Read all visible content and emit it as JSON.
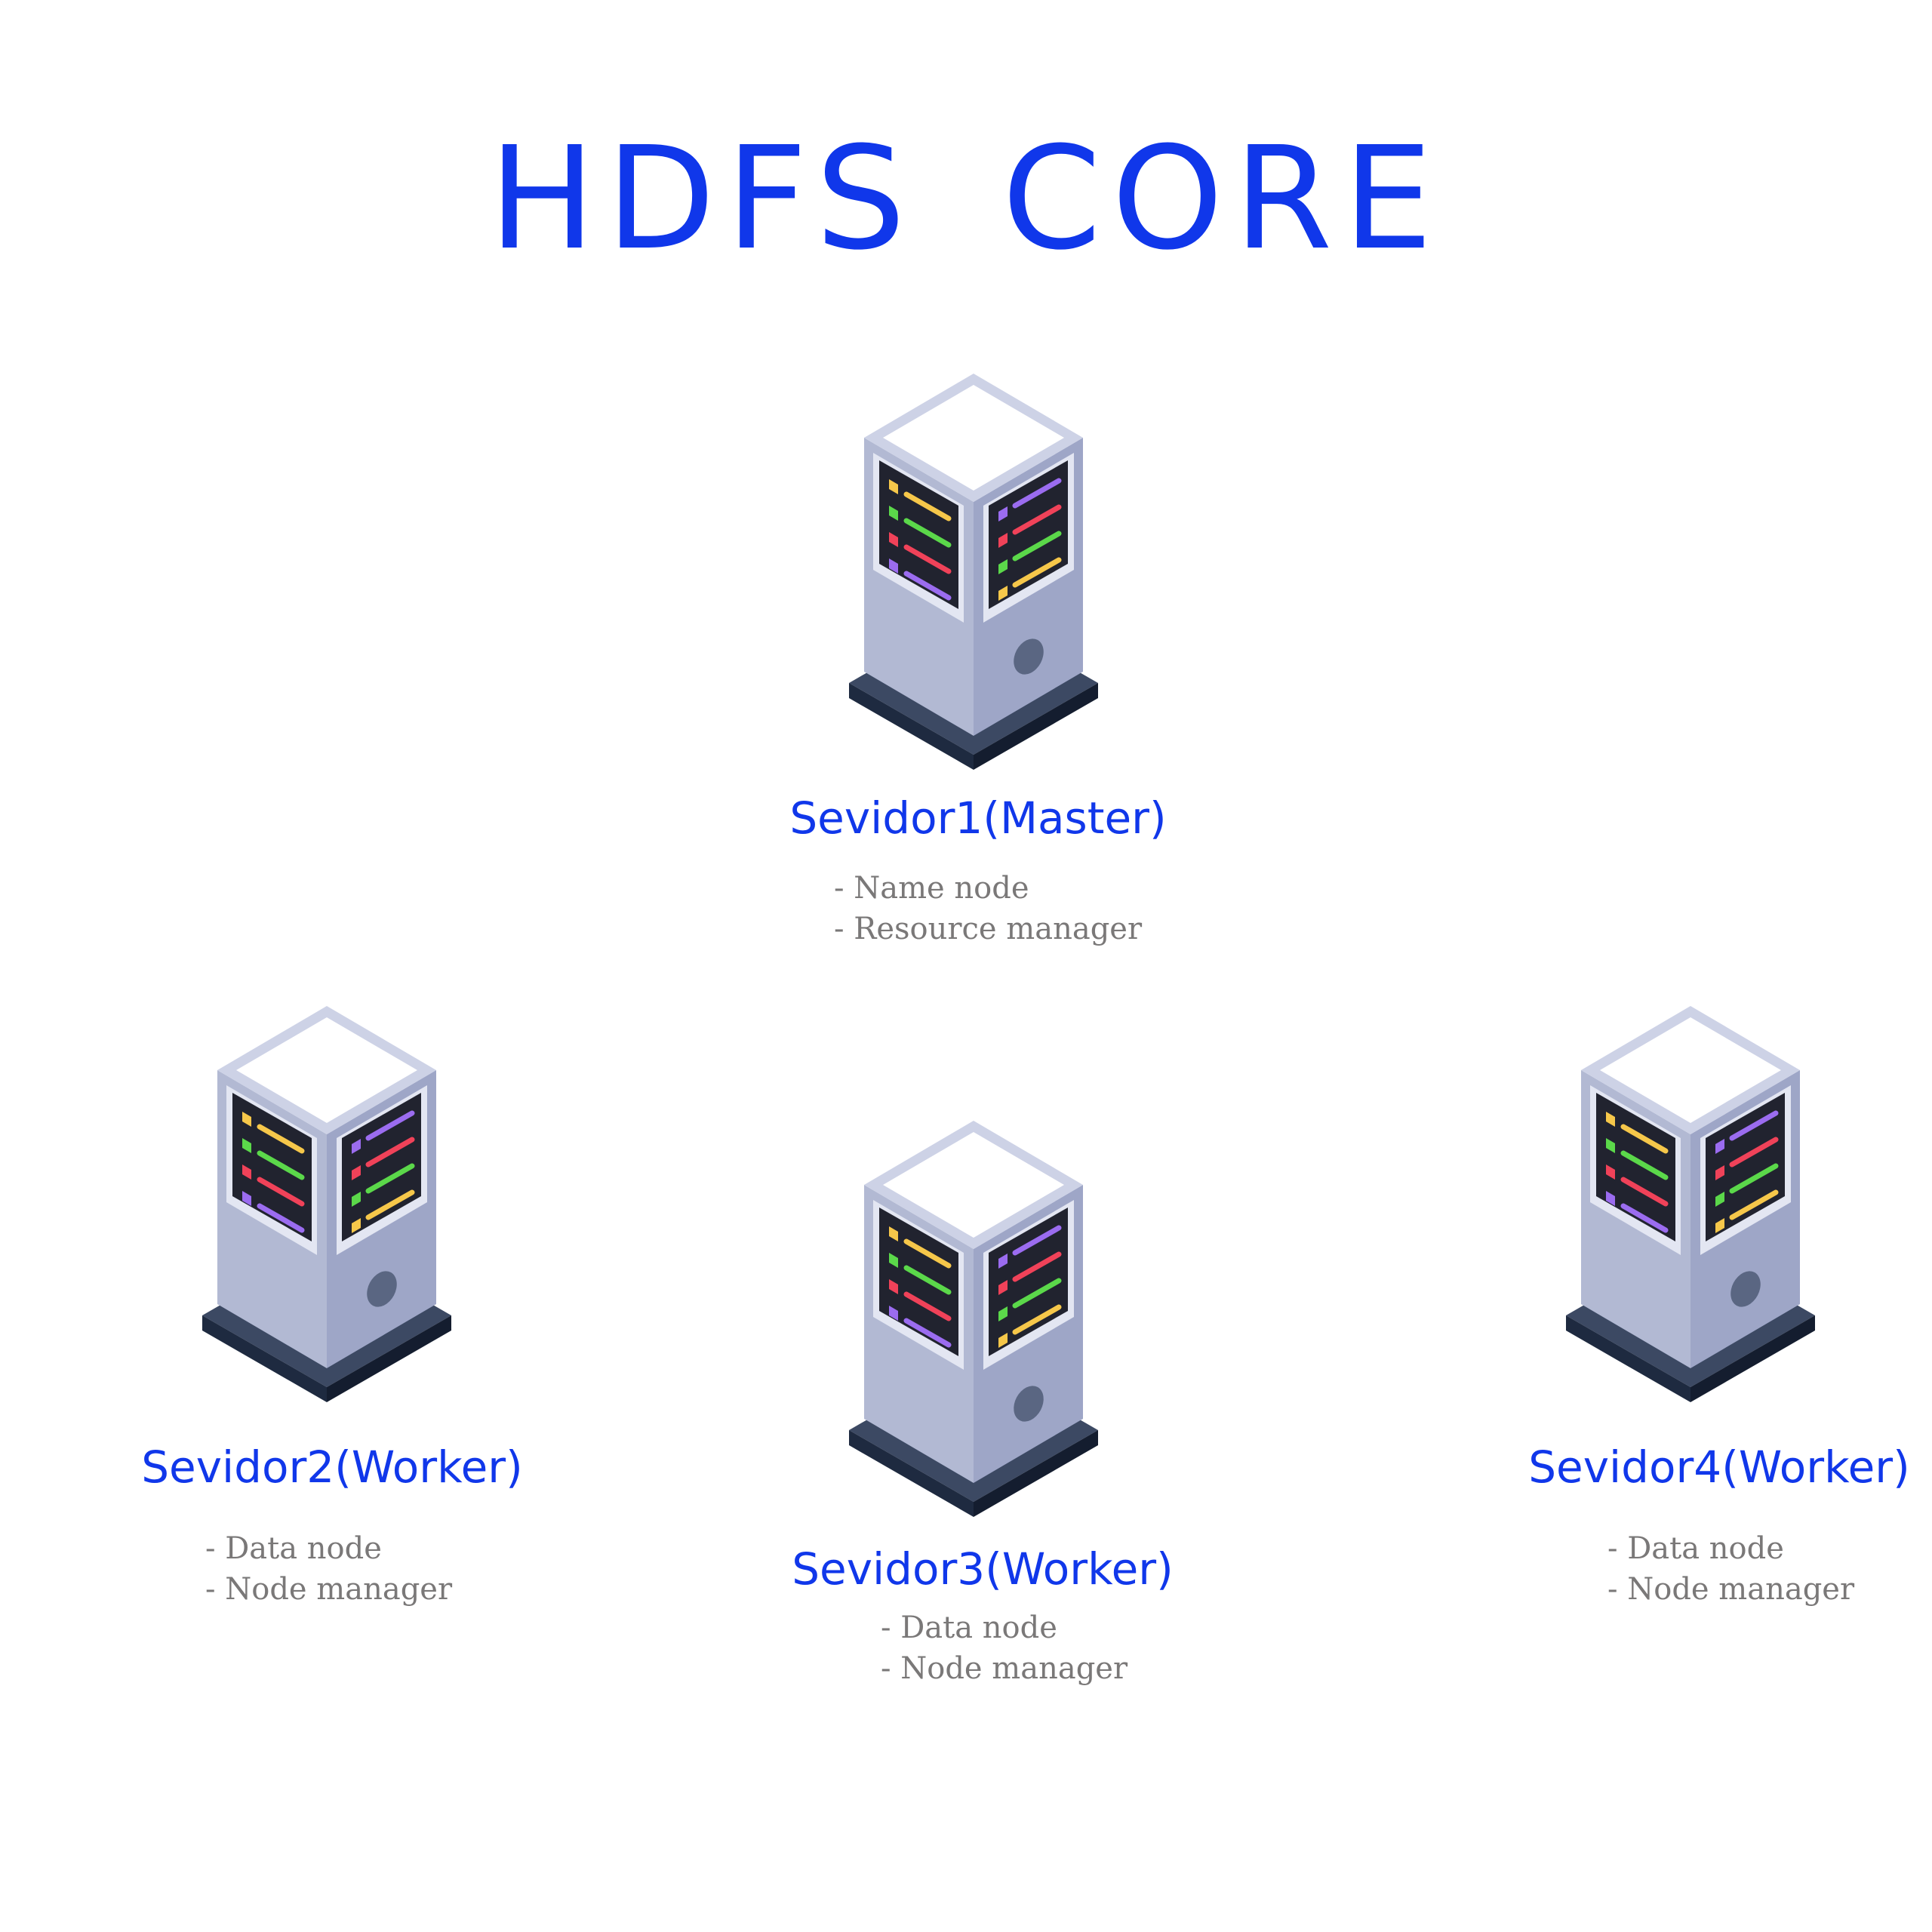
{
  "title": "HDFS  CORE",
  "colors": {
    "title": "#1037ea",
    "server_name": "#1037ea",
    "role_text": "#7a7878"
  },
  "servers": [
    {
      "icon": "server-tower-icon",
      "name": "Sevidor1(Master)",
      "roles": [
        "Name node",
        "Resource manager"
      ]
    },
    {
      "icon": "server-tower-icon",
      "name": "Sevidor2(Worker)",
      "roles": [
        "Data node",
        "Node manager"
      ]
    },
    {
      "icon": "server-tower-icon",
      "name": "Sevidor3(Worker)",
      "roles": [
        "Data node",
        "Node manager"
      ]
    },
    {
      "icon": "server-tower-icon",
      "name": "Sevidor4(Worker)",
      "roles": [
        "Data node",
        "Node manager"
      ]
    }
  ]
}
